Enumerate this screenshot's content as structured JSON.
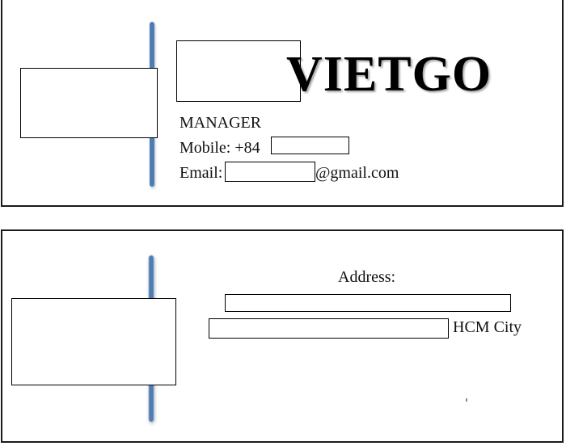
{
  "front": {
    "brand": "VIETGO",
    "position": "MANAGER",
    "mobile_label": "Mobile: +84",
    "email_label": "Email:",
    "email_domain": "@gmail.com"
  },
  "back": {
    "address_label": "Address:",
    "city": "HCM City"
  },
  "colors": {
    "divider": "#4f7cb3",
    "border": "#1a1a1a"
  }
}
